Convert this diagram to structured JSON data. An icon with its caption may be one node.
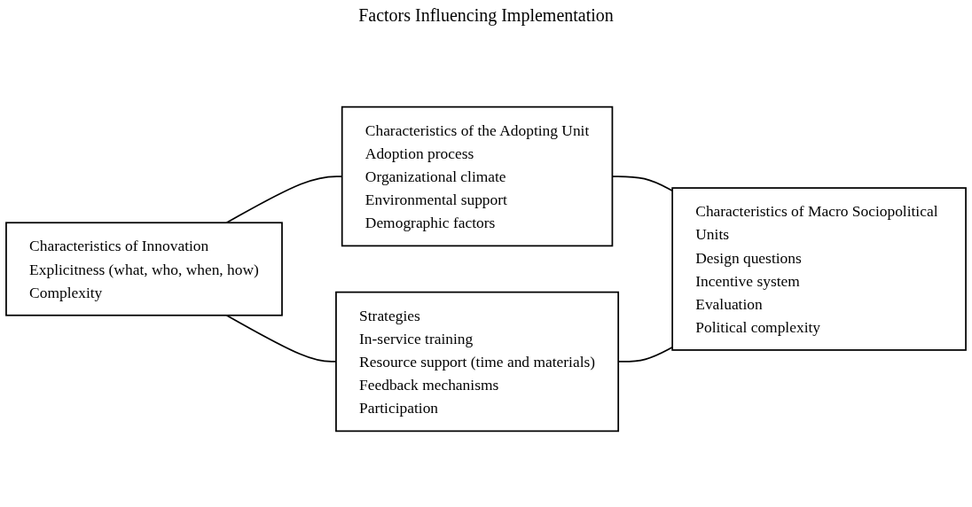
{
  "diagram": {
    "nodes": [
      {
        "text": [
          "Characteristics of Innovation",
          "Explicitness (what, who, when, how)",
          "Complexity"
        ]
      },
      {
        "text": [
          "Characteristics of the Adopting Unit",
          "Adoption process",
          "Organizational climate",
          "Environmental support",
          "Demographic factors"
        ]
      },
      {
        "text": [
          "Strategies",
          "In-service training",
          "Resource support (time and materials)",
          "Feedback mechanisms",
          "Participation"
        ]
      },
      {
        "text": [
          "Characteristics of Macro Sociopolitical Units",
          "Design questions",
          "Incentive system",
          "Evaluation",
          "Political complexity"
        ]
      }
    ],
    "edges": [
      {
        "from": 0,
        "to": 1,
        "arrow": "none"
      },
      {
        "from": 0,
        "to": 2,
        "arrow": "none"
      },
      {
        "from": 1,
        "to": 3,
        "arrow": "none"
      },
      {
        "from": 2,
        "to": 3,
        "arrow": "none"
      }
    ],
    "labels": [
      "Factors Influencing Implementation"
    ]
  }
}
